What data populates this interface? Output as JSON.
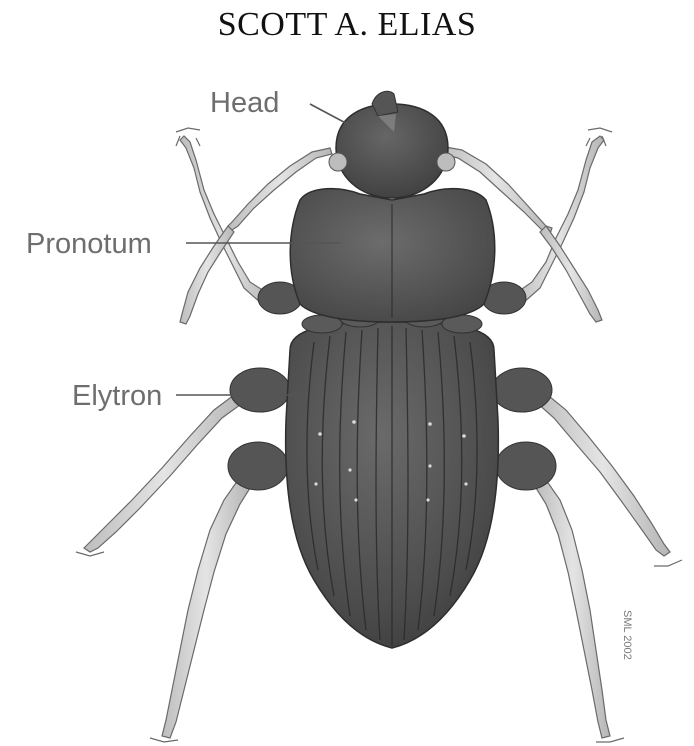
{
  "header": {
    "author": "SCOTT A. ELIAS"
  },
  "diagram": {
    "labels": {
      "head": "Head",
      "pronotum": "Pronotum",
      "elytron": "Elytron"
    },
    "artist_signature": "SML 2002"
  },
  "colors": {
    "body_dark": "#4a4a4a",
    "body_mid": "#5c5c5c",
    "leg_light": "#cfcfcf",
    "label_gray": "#6e6e6e"
  }
}
